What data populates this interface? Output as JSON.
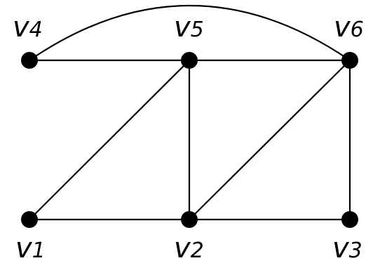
{
  "graph": {
    "vertices": [
      {
        "id": "v1",
        "label": "v",
        "subscript": "1"
      },
      {
        "id": "v2",
        "label": "v",
        "subscript": "2"
      },
      {
        "id": "v3",
        "label": "v",
        "subscript": "3"
      },
      {
        "id": "v4",
        "label": "v",
        "subscript": "4"
      },
      {
        "id": "v5",
        "label": "v",
        "subscript": "5"
      },
      {
        "id": "v6",
        "label": "v",
        "subscript": "6"
      }
    ],
    "edges": [
      [
        "v1",
        "v2"
      ],
      [
        "v2",
        "v3"
      ],
      [
        "v4",
        "v5"
      ],
      [
        "v5",
        "v6"
      ],
      [
        "v1",
        "v5"
      ],
      [
        "v2",
        "v5"
      ],
      [
        "v2",
        "v6"
      ],
      [
        "v3",
        "v6"
      ],
      [
        "v4",
        "v6"
      ]
    ],
    "curved_edges": [
      [
        "v4",
        "v6"
      ]
    ],
    "colors": {
      "stroke": "#000000",
      "vertex": "#000000",
      "background": "#ffffff"
    }
  }
}
